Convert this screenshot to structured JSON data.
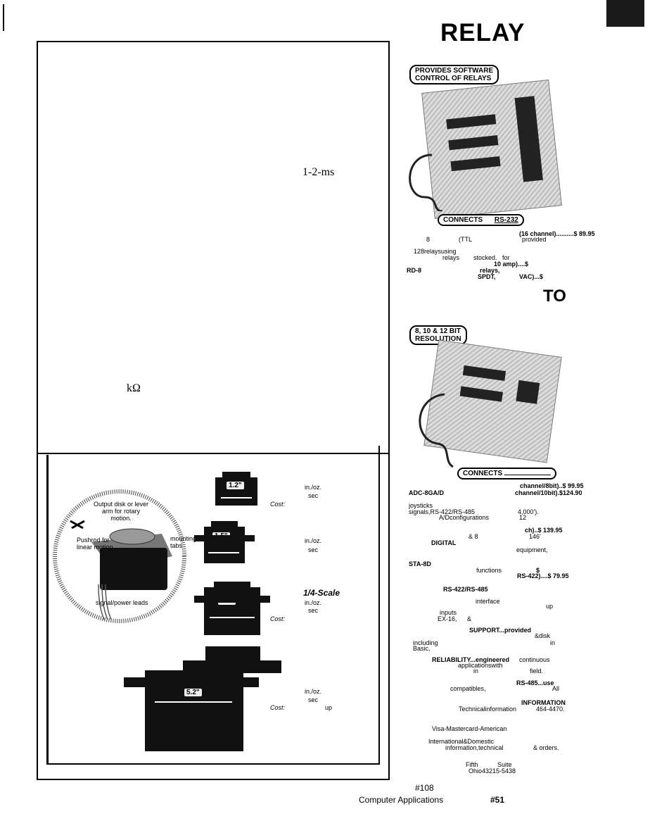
{
  "header": {
    "title": "RELAY"
  },
  "left_panel": {
    "timing_text": "1-2-ms",
    "ohm_text": "kΩ"
  },
  "diagram": {
    "output_label": "Output disk or lever arm for rotary motion.",
    "pushrod_label": "Pushrod for linear motion.",
    "mounting_label": "mounting tabs",
    "signal_label": "signal/power leads"
  },
  "servos": [
    {
      "width_label": "1.2\"",
      "torque": "in./oz.",
      "speed": "sec",
      "cost": "Cost:"
    },
    {
      "width_label": "1.5\"",
      "torque": "in./oz.",
      "speed": "sec"
    },
    {
      "width_label": "2.3\"",
      "scale": "1/4-Scale",
      "torque": "in./oz.",
      "speed": "sec",
      "cost": "Cost:"
    },
    {
      "width_label": "5.2\"",
      "torque": "in./oz.",
      "speed": "sec",
      "cost": "Cost:",
      "extra": "up"
    }
  ],
  "relay_card": {
    "badge_1": "PROVIDES SOFTWARE",
    "badge_2": "CONTROL OF RELAYS",
    "connects_a": "CONNECTS",
    "connects_b": "RS-232",
    "lines": [
      {
        "a": "(16 channel)..........$ 89.95"
      },
      {
        "a": "8",
        "b": "(TTL",
        "c": "provided"
      },
      {
        "a": "128relaysusing"
      },
      {
        "a": "relays",
        "b": "stocked.",
        "c": "for"
      },
      {
        "a": "10 amp)....$"
      },
      {
        "a": "RD-8",
        "b": "relays,"
      },
      {
        "a": "SPDT,",
        "b": "VAC)...$"
      }
    ],
    "to": "TO"
  },
  "adc_card": {
    "badge_1": "8, 10 & 12 BIT",
    "badge_2": "RESOLUTION",
    "connects": "CONNECTS",
    "lines": [
      "channel/8bit)..$ 99.95",
      "ADC-8GA/D",
      "channel/10bit).$124.90",
      "joysticks",
      "signals,RS-422/RS-485",
      "4,000').",
      "A/Dconfigurations",
      "12",
      "ch)..$ 139.95",
      "& 8",
      "146'",
      "DIGITAL",
      "equipment,",
      "STA-8D",
      "functions",
      "$",
      "RS-422)....$ 79.95",
      "RS-422/RS-485",
      "interface",
      "up",
      "inputs",
      "EX-16,",
      "&",
      "SUPPORT...provided",
      "&disk",
      "including",
      "in",
      "Basic,",
      "RELIABILITY...engineered",
      "continuous",
      "applicationswith",
      "in",
      "field.",
      "RS-485...use",
      "compatibles,",
      "All",
      "INFORMATION",
      "Technicalinformation",
      "464-4470.",
      "Visa-Mastercard-American",
      "International&Domestic",
      "information,technical",
      "& orders.",
      "Fifth",
      "Suite",
      "Ohio43215-5438"
    ]
  },
  "footer": {
    "ref_1": "#108",
    "pub": "Computer Applications",
    "ref_2": "#51"
  }
}
